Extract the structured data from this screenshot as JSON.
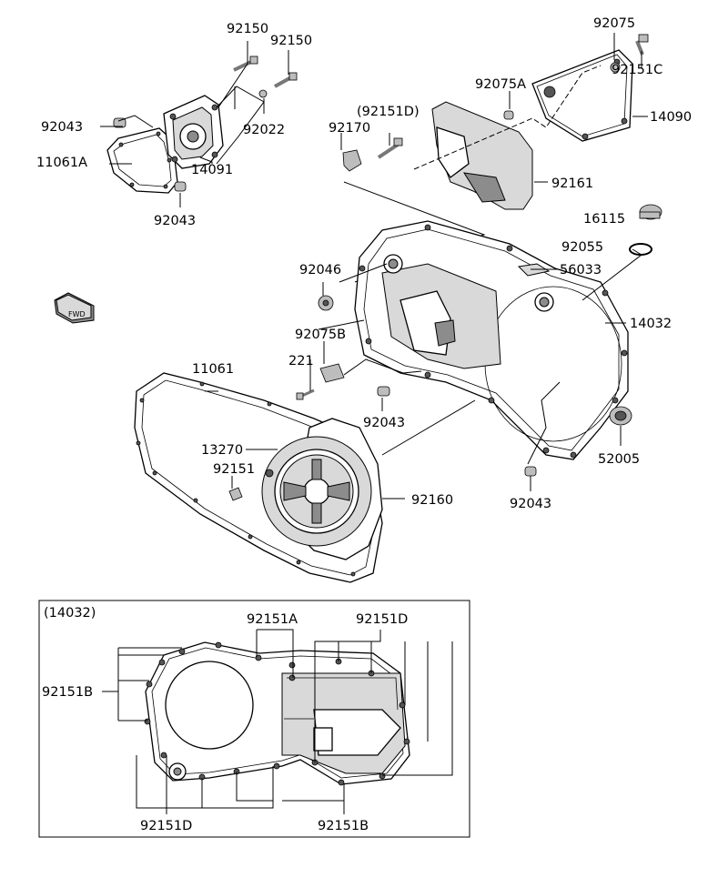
{
  "labels": {
    "p92150a": "92150",
    "p92150b": "92150",
    "p92075": "92075",
    "p92151C": "92151C",
    "p92075A": "92075A",
    "p14090": "14090",
    "p92043a": "92043",
    "p92022": "92022",
    "p11061A": "11061A",
    "p14091": "14091",
    "p92043b": "92043",
    "p92151Dparen": "(92151D)",
    "p92170": "92170",
    "p92161": "92161",
    "p16115": "16115",
    "p92055": "92055",
    "p56033": "56033",
    "p92046": "92046",
    "p14032": "14032",
    "p92075B": "92075B",
    "p221": "221",
    "p92043c": "92043",
    "p11061": "11061",
    "p13270": "13270",
    "p92151": "92151",
    "p92160": "92160",
    "p52005": "52005",
    "p92043d": "92043",
    "inset_title": "(14032)",
    "p92151A": "92151A",
    "p92151D_inset_top": "92151D",
    "p92151B_inset_left": "92151B",
    "p92151D_inset_bottom": "92151D",
    "p92151B_inset_bottom": "92151B"
  },
  "icons": {
    "fwd_arrow": "fwd-arrow-icon",
    "fwd_text": "FWD"
  }
}
